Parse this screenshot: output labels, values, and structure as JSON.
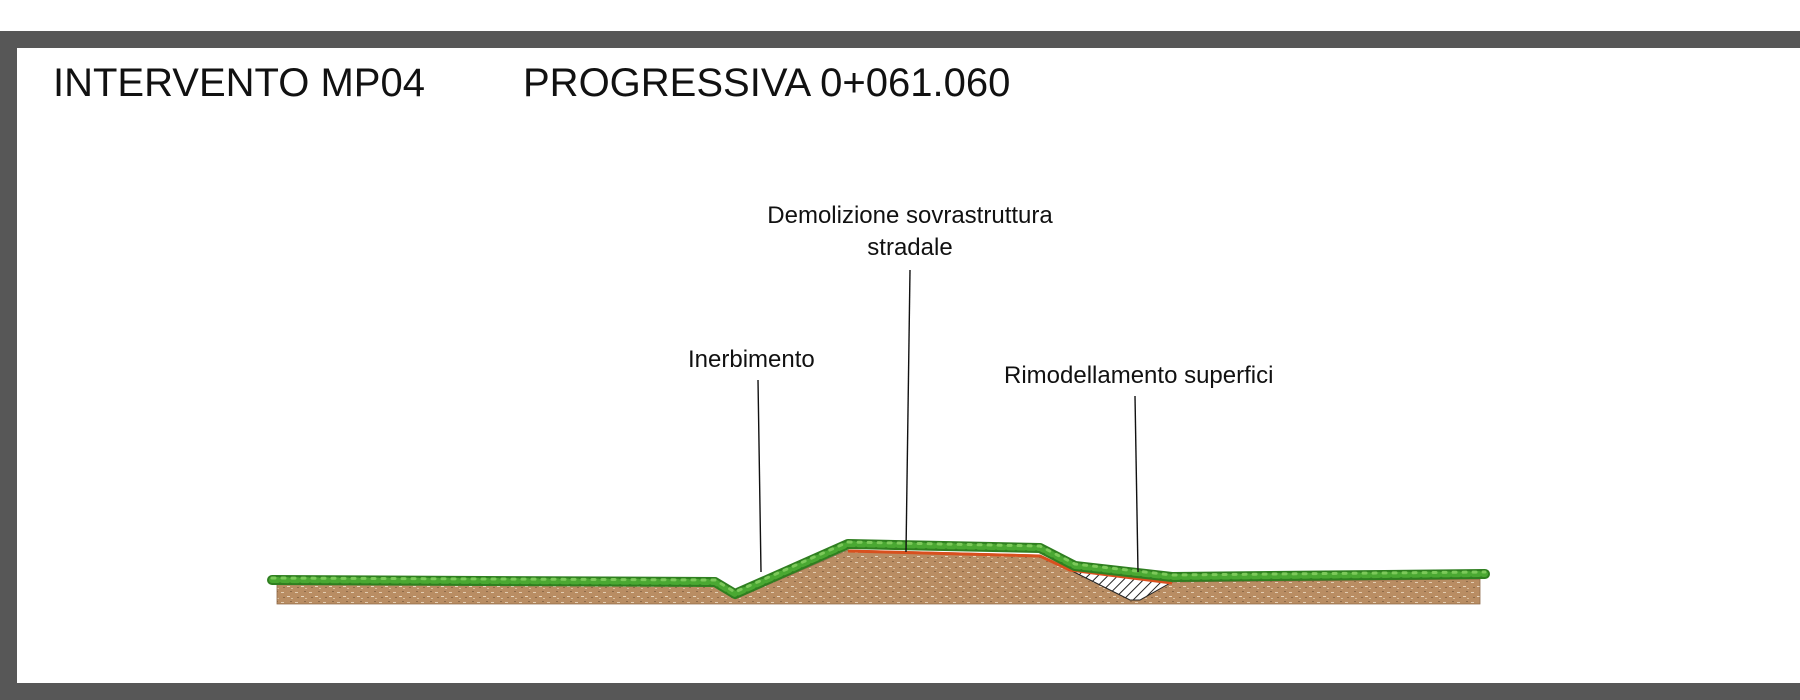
{
  "header": {
    "intervento": "INTERVENTO MP04",
    "progressiva": "PROGRESSIVA 0+061.060"
  },
  "annotations": {
    "demolizione": [
      "Demolizione sovrastruttura",
      "stradale"
    ],
    "inerbimento": "Inerbimento",
    "rimodellamento": "Rimodellamento superfici"
  },
  "colors": {
    "frame": "#575757",
    "soil": "#b98d63",
    "grass": "#3f9a2b",
    "road_removal": "#d8501e",
    "hatch": "#222222"
  }
}
